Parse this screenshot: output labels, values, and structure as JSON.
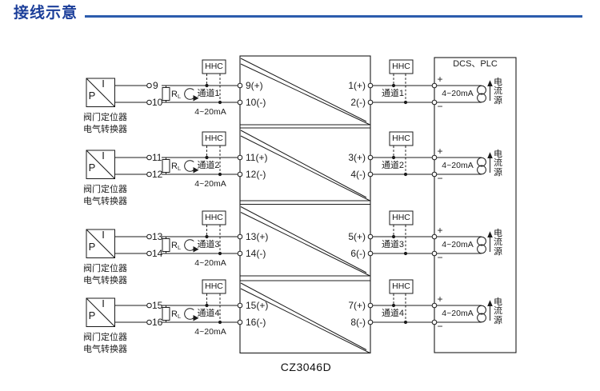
{
  "header": {
    "title": "接线示意"
  },
  "diagram": {
    "model": "CZ3046D",
    "dcs_label": "DCS、PLC",
    "hhc_label": "HHC",
    "io_device": {
      "top": "I",
      "bottom": "P",
      "caption_line1": "阀门定位器",
      "caption_line2": "电气转换器"
    },
    "load_resistor": {
      "base": "R",
      "sub": "L"
    },
    "signal": "4~20mA",
    "current_source": {
      "c1": "电",
      "c2": "流",
      "c3": "源"
    },
    "polarity": {
      "plus": "+",
      "minus": "−"
    },
    "channels": [
      {
        "name": "通道1",
        "field_top": "9",
        "field_bottom": "10",
        "in_top": "9(+)",
        "in_bottom": "10(-)",
        "out_top": "1(+)",
        "out_bottom": "2(-)"
      },
      {
        "name": "通道2",
        "field_top": "11",
        "field_bottom": "12",
        "in_top": "11(+)",
        "in_bottom": "12(-)",
        "out_top": "3(+)",
        "out_bottom": "4(-)"
      },
      {
        "name": "通道3",
        "field_top": "13",
        "field_bottom": "14",
        "in_top": "13(+)",
        "in_bottom": "14(-)",
        "out_top": "5(+)",
        "out_bottom": "6(-)"
      },
      {
        "name": "通道4",
        "field_top": "15",
        "field_bottom": "16",
        "in_top": "15(+)",
        "in_bottom": "16(-)",
        "out_top": "7(+)",
        "out_bottom": "8(-)"
      }
    ]
  }
}
